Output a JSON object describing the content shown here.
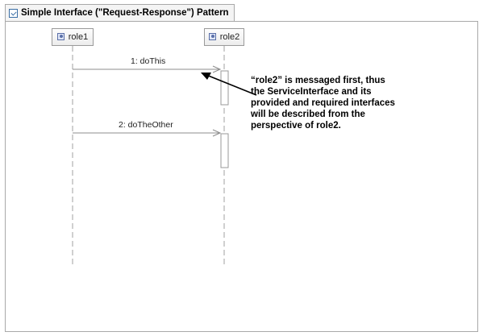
{
  "tab": {
    "title": "Simple Interface (\"Request-Response\") Pattern",
    "icon": "diagram-icon"
  },
  "lifelines": [
    {
      "name": "role1",
      "icon": "role-icon"
    },
    {
      "name": "role2",
      "icon": "role-icon"
    }
  ],
  "messages": [
    {
      "label": "1: doThis"
    },
    {
      "label": "2: doTheOther"
    }
  ],
  "note": {
    "lines": [
      "“role2” is messaged first, thus",
      "the ServiceInterface and its",
      "provided and required interfaces",
      "will be described from the",
      "perspective of role2."
    ]
  },
  "colors": {
    "lifeline": "#a0a0a0",
    "message": "#8c8c8c",
    "arrow": "#000000"
  }
}
